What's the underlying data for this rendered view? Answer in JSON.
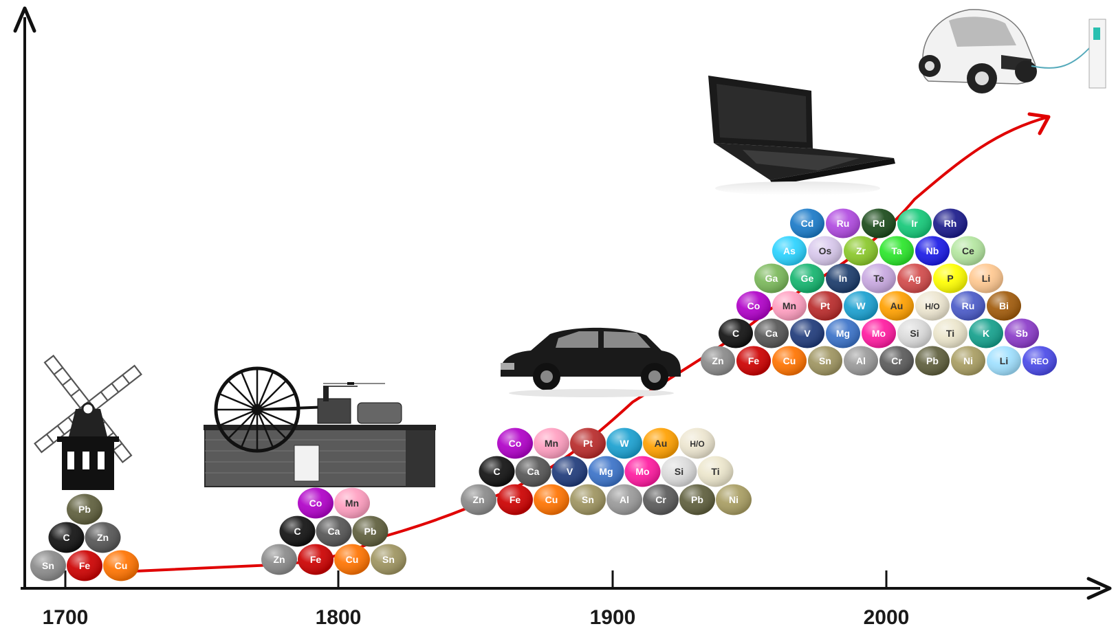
{
  "axis": {
    "years": [
      "1700",
      "1800",
      "1900",
      "2000"
    ]
  },
  "icons": [
    "windmill-icon",
    "steam-engine-icon",
    "vintage-car-icon",
    "laptop-icon",
    "electric-car-icon"
  ],
  "stacks": [
    {
      "rows": [
        [
          [
            "Sn",
            "#8a8a8a"
          ],
          [
            "Fe",
            "#cc0000"
          ],
          [
            "Cu",
            "#ff7300"
          ]
        ],
        [
          [
            "C",
            "#111111"
          ],
          [
            "Zn",
            "#555555"
          ]
        ],
        [
          [
            "Pb",
            "#5e5e3c"
          ]
        ]
      ]
    },
    {
      "rows": [
        [
          [
            "Zn",
            "#8a8a8a"
          ],
          [
            "Fe",
            "#cc0000"
          ],
          [
            "Cu",
            "#ff7300"
          ],
          [
            "Sn",
            "#9e9460"
          ]
        ],
        [
          [
            "C",
            "#111111"
          ],
          [
            "Ca",
            "#555555"
          ],
          [
            "Pb",
            "#5e5e3c"
          ]
        ],
        [
          [
            "Co",
            "#b000c8"
          ],
          [
            "Mn",
            "#ff9ec0"
          ]
        ]
      ]
    },
    {
      "rows": [
        [
          [
            "Zn",
            "#8a8a8a"
          ],
          [
            "Fe",
            "#cc0000"
          ],
          [
            "Cu",
            "#ff7300"
          ],
          [
            "Sn",
            "#9e9460"
          ],
          [
            "Al",
            "#9a9a9a"
          ],
          [
            "Cr",
            "#5a5a5a"
          ],
          [
            "Pb",
            "#5e5e3c"
          ],
          [
            "Ni",
            "#a89d62"
          ]
        ],
        [
          [
            "C",
            "#111111"
          ],
          [
            "Ca",
            "#555555"
          ],
          [
            "V",
            "#1f3a7a"
          ],
          [
            "Mg",
            "#3a72c8"
          ],
          [
            "Mo",
            "#ff1aa0"
          ],
          [
            "Si",
            "#dcdcdc"
          ],
          [
            "Ti",
            "#ece6cc"
          ]
        ],
        [
          [
            "Co",
            "#b000c8"
          ],
          [
            "Mn",
            "#ff9ec0"
          ],
          [
            "Pt",
            "#b82a2a"
          ],
          [
            "W",
            "#1aa0d0"
          ],
          [
            "Au",
            "#ffa000"
          ],
          [
            "H/O",
            "#ede6d0"
          ]
        ]
      ]
    },
    {
      "rows": [
        [
          [
            "Zn",
            "#8a8a8a"
          ],
          [
            "Fe",
            "#cc0000"
          ],
          [
            "Cu",
            "#ff7300"
          ],
          [
            "Sn",
            "#9e9460"
          ],
          [
            "Al",
            "#9a9a9a"
          ],
          [
            "Cr",
            "#5a5a5a"
          ],
          [
            "Pb",
            "#5e5e3c"
          ],
          [
            "Ni",
            "#a89d62"
          ],
          [
            "Li",
            "#9fe0ff"
          ],
          [
            "REO",
            "#4a4ae8"
          ]
        ],
        [
          [
            "C",
            "#111111"
          ],
          [
            "Ca",
            "#555555"
          ],
          [
            "V",
            "#1f3a7a"
          ],
          [
            "Mg",
            "#3a72c8"
          ],
          [
            "Mo",
            "#ff1aa0"
          ],
          [
            "Si",
            "#dcdcdc"
          ],
          [
            "Ti",
            "#ece6cc"
          ],
          [
            "K",
            "#14a08c"
          ],
          [
            "Sb",
            "#8a3ac8"
          ]
        ],
        [
          [
            "Co",
            "#b000c8"
          ],
          [
            "Mn",
            "#ff9ec0"
          ],
          [
            "Pt",
            "#b82a2a"
          ],
          [
            "W",
            "#1aa0d0"
          ],
          [
            "Au",
            "#ffa000"
          ],
          [
            "H/O",
            "#ede6d0"
          ],
          [
            "Ru",
            "#4a5ac8"
          ],
          [
            "Bi",
            "#a05a0a"
          ]
        ],
        [
          [
            "Ga",
            "#7ab85a"
          ],
          [
            "Ge",
            "#14b46e"
          ],
          [
            "In",
            "#1a3a6a"
          ],
          [
            "Te",
            "#c8a8e0"
          ],
          [
            "Ag",
            "#d24a4a"
          ],
          [
            "P",
            "#ffff00"
          ],
          [
            "Li",
            "#ffc890"
          ]
        ],
        [
          [
            "As",
            "#2ad2ff"
          ],
          [
            "Os",
            "#d8c8ec"
          ],
          [
            "Zr",
            "#8ac82a"
          ],
          [
            "Ta",
            "#2ae62a"
          ],
          [
            "Nb",
            "#1a1ae6"
          ],
          [
            "Ce",
            "#b4e6a0"
          ]
        ],
        [
          [
            "Cd",
            "#1a7ac8"
          ],
          [
            "Ru",
            "#b04ae0"
          ],
          [
            "Pd",
            "#1a4a1a"
          ],
          [
            "Ir",
            "#14c878"
          ],
          [
            "Rh",
            "#1a1a8a"
          ]
        ]
      ]
    }
  ]
}
